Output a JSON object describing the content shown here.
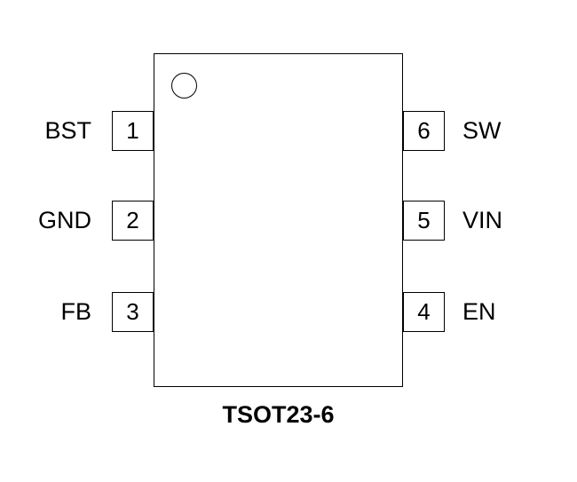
{
  "package": {
    "name": "TSOT23-6",
    "pins_left": [
      {
        "number": "1",
        "label": "BST"
      },
      {
        "number": "2",
        "label": "GND"
      },
      {
        "number": "3",
        "label": "FB"
      }
    ],
    "pins_right": [
      {
        "number": "6",
        "label": "SW"
      },
      {
        "number": "5",
        "label": "VIN"
      },
      {
        "number": "4",
        "label": "EN"
      }
    ]
  }
}
